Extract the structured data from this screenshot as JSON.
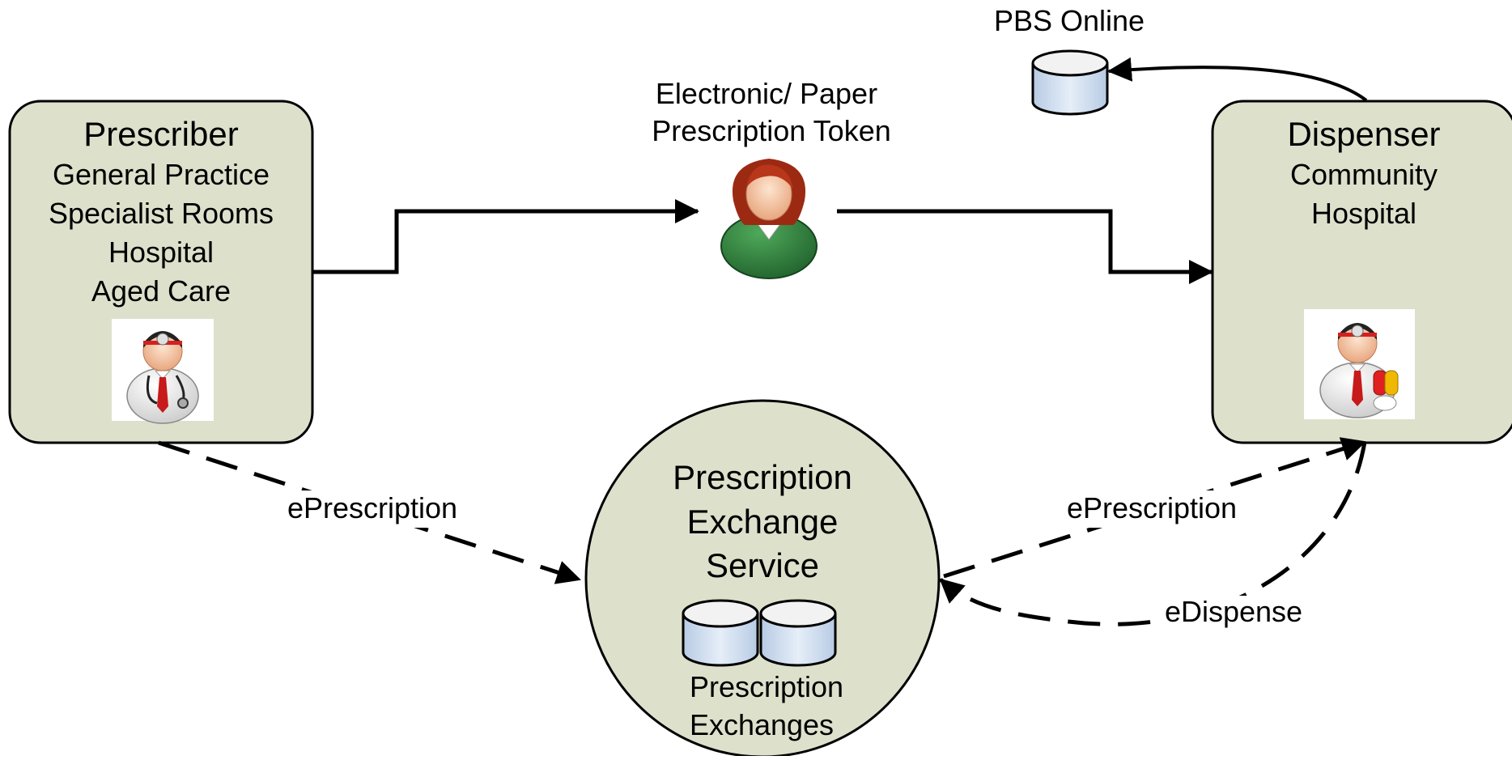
{
  "prescriber": {
    "title": "Prescriber",
    "lines": [
      "General Practice",
      "Specialist Rooms",
      "Hospital",
      "Aged Care"
    ]
  },
  "dispenser": {
    "title": "Dispenser",
    "lines": [
      "Community",
      "Hospital"
    ]
  },
  "token": {
    "lines": [
      "Electronic/ Paper",
      "Prescription Token"
    ]
  },
  "pbs": {
    "label": "PBS Online"
  },
  "exchange": {
    "title_lines": [
      "Prescription",
      "Exchange",
      "Service"
    ],
    "db_lines": [
      "Prescription",
      "Exchanges"
    ]
  },
  "flows": {
    "eprescription_left": "ePrescription",
    "eprescription_right": "ePrescription",
    "edispense": "eDispense"
  },
  "colors": {
    "box_fill": "#dde1cc",
    "db_top": "#f2f2f2",
    "db_body": "#c6d6ea",
    "token_person_shirt": "#2e7a3e",
    "token_person_hair": "#9c2a12"
  }
}
